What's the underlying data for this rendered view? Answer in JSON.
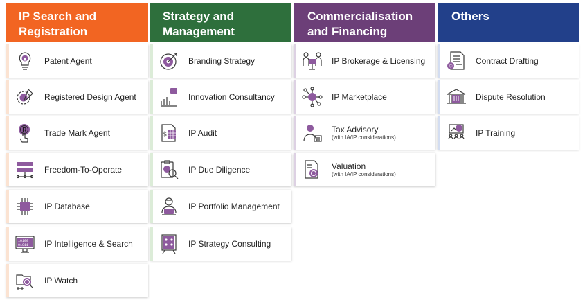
{
  "columns": [
    {
      "header": "IP Search and\nRegistration",
      "color": "#f26522",
      "items": [
        {
          "label": "Patent Agent",
          "icon": "lightbulb-lock-icon"
        },
        {
          "label": "Registered Design Agent",
          "icon": "gear-design-icon"
        },
        {
          "label": "Trade Mark Agent",
          "icon": "trademark-touch-icon"
        },
        {
          "label": "Freedom-To-Operate",
          "icon": "network-server-icon"
        },
        {
          "label": "IP Database",
          "icon": "circuit-chip-icon"
        },
        {
          "label": "IP Intelligence & Search",
          "icon": "binary-monitor-icon"
        },
        {
          "label": "IP Watch",
          "icon": "folder-magnifier-icon"
        }
      ]
    },
    {
      "header": "Strategy and\nManagement",
      "color": "#2e6f3c",
      "items": [
        {
          "label": "Branding Strategy",
          "icon": "target-arrow-icon"
        },
        {
          "label": "Innovation Consultancy",
          "icon": "bar-chart-icon"
        },
        {
          "label": "IP Audit",
          "icon": "dollar-document-icon"
        },
        {
          "label": "IP Due Diligence",
          "icon": "clipboard-magnifier-icon"
        },
        {
          "label": "IP Portfolio Management",
          "icon": "person-laptop-icon"
        },
        {
          "label": "IP Strategy Consulting",
          "icon": "presentation-board-icon"
        }
      ]
    },
    {
      "header": "Commercialisation\nand Financing",
      "color": "#6c3f78",
      "items": [
        {
          "label": "IP Brokerage & Licensing",
          "sublabel": "",
          "icon": "people-meeting-icon"
        },
        {
          "label": "IP Marketplace",
          "sublabel": "",
          "icon": "hub-network-icon"
        },
        {
          "label": "Tax Advisory",
          "sublabel": "(with IA/IP considerations)",
          "icon": "person-calculator-icon"
        },
        {
          "label": "Valuation",
          "sublabel": "(with IA/IP considerations)",
          "icon": "document-coin-icon"
        }
      ]
    },
    {
      "header": "Others",
      "color": "#22408a",
      "items": [
        {
          "label": "Contract Drafting",
          "icon": "contract-copyright-icon"
        },
        {
          "label": "Dispute Resolution",
          "icon": "courthouse-icon"
        },
        {
          "label": "IP Training",
          "icon": "classroom-icon"
        }
      ]
    }
  ]
}
